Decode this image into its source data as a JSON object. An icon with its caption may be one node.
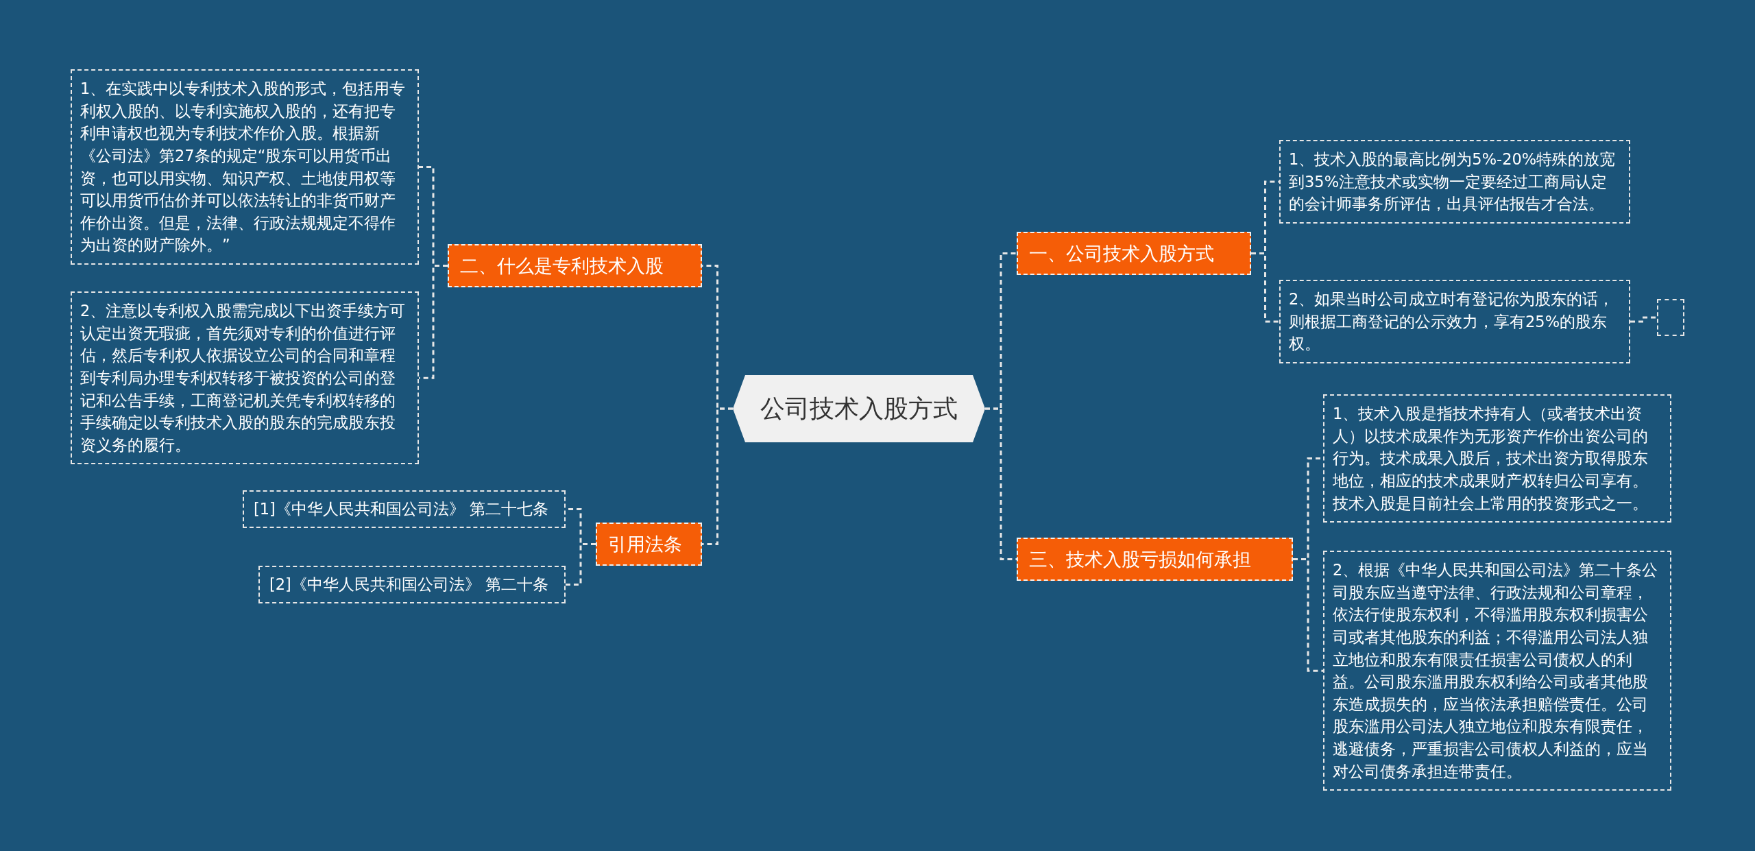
{
  "diagram": {
    "nodes": [
      {
        "text": [
          "公司技术入股方式"
        ]
      },
      {
        "text": [
          "一、公司技术入股方式"
        ]
      },
      {
        "text": [
          "1、技术入股的最高比例为5%-20%特殊的放宽到35%注意技术或实物一定要经过工商局认定的会计师事务所评估，出具评估报告才合法。"
        ]
      },
      {
        "text": [
          "2、如果当时公司成立时有登记你为股东的话，则根据工商登记的公示效力，享有25%的股东权。"
        ]
      },
      {
        "text": [],
        "shape": "box"
      },
      {
        "text": [
          "三、技术入股亏损如何承担"
        ]
      },
      {
        "text": [
          "1、技术入股是指技术持有人（或者技术出资人）以技术成果作为无形资产作价出资公司的行为。技术成果入股后，技术出资方取得股东地位，相应的技术成果财产权转归公司享有。技术入股是目前社会上常用的投资形式之一。"
        ]
      },
      {
        "text": [
          "2、根据《中华人民共和国公司法》第二十条公司股东应当遵守法律、行政法规和公司章程，依法行使股东权利，不得滥用股东权利损害公司或者其他股东的利益；不得滥用公司法人独立地位和股东有限责任损害公司债权人的利益。公司股东滥用股东权利给公司或者其他股东造成损失的，应当依法承担赔偿责任。公司股东滥用公司法人独立地位和股东有限责任，逃避债务，严重损害公司债权人利益的，应当对公司债务承担连带责任。"
        ]
      },
      {
        "text": [
          "二、什么是专利技术入股"
        ]
      },
      {
        "text": [
          "1、在实践中以专利技术入股的形式，包括用专利权入股的、以专利实施权入股的，还有把专利申请权也视为专利技术作价入股。根据新《公司法》第27条的规定“股东可以用货币出资，也可以用实物、知识产权、土地使用权等可以用货币估价并可以依法转让的非货币财产作价出资。但是，法律、行政法规规定不得作为出资的财产除外。”"
        ]
      },
      {
        "text": [
          "2、注意以专利权入股需完成以下出资手续方可认定出资无瑕疵，首先须对专利的价值进行评估，然后专利权人依据设立公司的合同和章程到专利局办理专利权转移于被投资的公司的登记和公告手续，工商登记机关凭专利权转移的手续确定以专利技术入股的股东的完成股东投资义务的履行。"
        ]
      },
      {
        "text": [
          "引用法条"
        ]
      },
      {
        "text": [
          "[1]《中华人民共和国公司法》 第二十七条"
        ]
      },
      {
        "text": [
          "[2]《中华人民共和国公司法》 第二十条"
        ]
      }
    ],
    "edges": [
      {
        "from": 0,
        "to": 1,
        "arrow": "none"
      },
      {
        "from": 0,
        "to": 5,
        "arrow": "none"
      },
      {
        "from": 0,
        "to": 8,
        "arrow": "none"
      },
      {
        "from": 0,
        "to": 11,
        "arrow": "none"
      },
      {
        "from": 1,
        "to": 2,
        "arrow": "none"
      },
      {
        "from": 1,
        "to": 3,
        "arrow": "none"
      },
      {
        "from": 3,
        "to": 4,
        "arrow": "none"
      },
      {
        "from": 5,
        "to": 6,
        "arrow": "none"
      },
      {
        "from": 5,
        "to": 7,
        "arrow": "none"
      },
      {
        "from": 8,
        "to": 9,
        "arrow": "none"
      },
      {
        "from": 8,
        "to": 10,
        "arrow": "none"
      },
      {
        "from": 11,
        "to": 12,
        "arrow": "none"
      },
      {
        "from": 11,
        "to": 13,
        "arrow": "none"
      }
    ]
  }
}
